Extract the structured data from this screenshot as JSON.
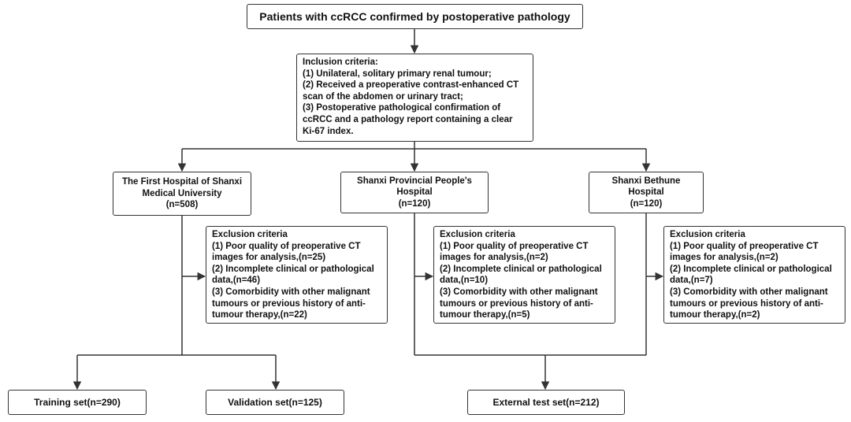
{
  "top_box": {
    "text": "Patients with ccRCC confirmed by postoperative pathology"
  },
  "inclusion": {
    "lines": [
      "Inclusion criteria:",
      "(1) Unilateral, solitary primary renal tumour;",
      "(2) Received a preoperative contrast-enhanced CT",
      "scan of the abdomen or urinary tract;",
      "(3) Postoperative pathological confirmation of",
      "ccRCC and a pathology report containing a clear",
      "Ki-67 index."
    ]
  },
  "hospitals": [
    {
      "lines": [
        "The First Hospital of Shanxi",
        "Medical University",
        "(n=508)"
      ]
    },
    {
      "lines": [
        "Shanxi Provincial People's",
        "Hospital",
        "(n=120)"
      ]
    },
    {
      "lines": [
        "Shanxi Bethune",
        "Hospital",
        "(n=120)"
      ]
    }
  ],
  "exclusions": [
    {
      "lines": [
        "Exclusion criteria",
        "(1) Poor quality of preoperative CT",
        "images for analysis,(n=25)",
        "(2) Incomplete clinical or pathological",
        "data,(n=46)",
        "(3) Comorbidity with other malignant",
        "tumours or previous history of anti-",
        "tumour therapy,(n=22)"
      ]
    },
    {
      "lines": [
        "Exclusion criteria",
        "(1) Poor quality of preoperative CT",
        "images for analysis,(n=2)",
        "(2) Incomplete clinical or pathological",
        "data,(n=10)",
        "(3) Comorbidity with other malignant",
        "tumours or previous history of anti-",
        "tumour therapy,(n=5)"
      ]
    },
    {
      "lines": [
        "Exclusion criteria",
        "(1) Poor quality of preoperative CT",
        "images for analysis,(n=2)",
        "(2) Incomplete clinical or pathological",
        "data,(n=7)",
        "(3) Comorbidity with other malignant",
        "tumours or previous history of anti-",
        "tumour therapy,(n=2)"
      ]
    }
  ],
  "outputs": {
    "training": "Training set(n=290)",
    "validation": "Validation set(n=125)",
    "external": "External test set(n=212)"
  }
}
